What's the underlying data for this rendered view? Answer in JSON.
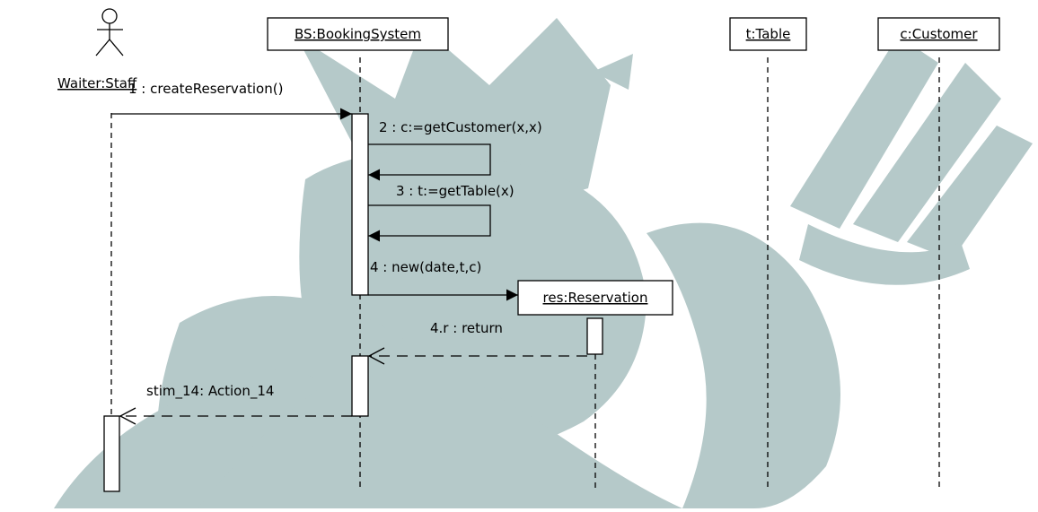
{
  "diagram": {
    "type": "uml-sequence",
    "participants": [
      {
        "id": "waiter",
        "label": "Waiter:Staff",
        "kind": "actor"
      },
      {
        "id": "bs",
        "label": "BS:BookingSystem",
        "kind": "object"
      },
      {
        "id": "table",
        "label": "t:Table",
        "kind": "object"
      },
      {
        "id": "customer",
        "label": "c:Customer",
        "kind": "object"
      },
      {
        "id": "res",
        "label": "res:Reservation",
        "kind": "object-created"
      }
    ],
    "messages": [
      {
        "id": "m1",
        "label": "1 : createReservation()",
        "from": "waiter",
        "to": "bs",
        "kind": "call"
      },
      {
        "id": "m2",
        "label": "2 : c:=getCustomer(x,x)",
        "from": "bs",
        "to": "bs",
        "kind": "self-call"
      },
      {
        "id": "m3",
        "label": "3 : t:=getTable(x)",
        "from": "bs",
        "to": "bs",
        "kind": "self-call"
      },
      {
        "id": "m4",
        "label": "4 : new(date,t,c)",
        "from": "bs",
        "to": "res",
        "kind": "create"
      },
      {
        "id": "m5",
        "label": "4.r : return",
        "from": "res",
        "to": "bs",
        "kind": "return"
      },
      {
        "id": "m6",
        "label": "stim_14: Action_14",
        "from": "bs",
        "to": "waiter",
        "kind": "return"
      }
    ]
  },
  "colors": {
    "watermark": "#b5c9c9",
    "line": "#000000",
    "background": "#ffffff"
  }
}
